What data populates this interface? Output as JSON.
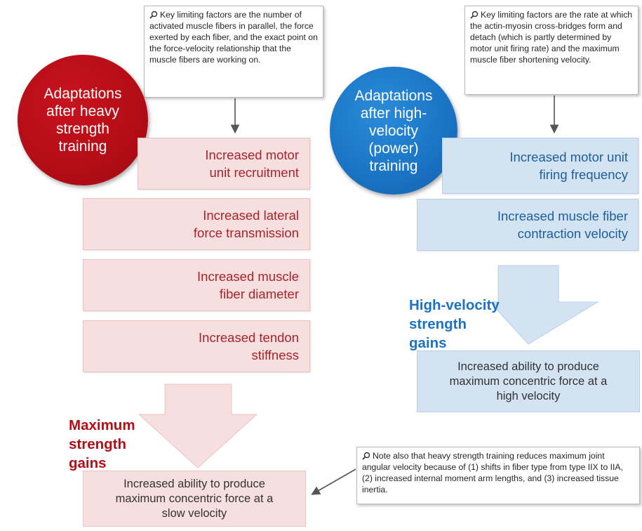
{
  "left": {
    "note": "Key limiting factors are the number of activated muscle fibers in parallel, the force exerted by each fiber, and the exact point on the force-velocity relationship that the muscle fibers are working on.",
    "circle": "Adaptations\nafter heavy\nstrength\ntraining",
    "boxes": [
      "Increased motor\nunit recruitment",
      "Increased lateral\nforce transmission",
      "Increased muscle\nfiber diameter",
      "Increased tendon\nstiffness"
    ],
    "gains": "Maximum\nstrength\ngains",
    "result": "Increased ability to produce\nmaximum concentric force at a\nslow velocity"
  },
  "right": {
    "note": "Key limiting factors are the rate at which the actin-myosin cross-bridges form and detach (which is partly determined by motor unit firing rate) and the maximum muscle fiber shortening velocity.",
    "circle": "Adaptations\nafter high-\nvelocity\n(power)\ntraining",
    "boxes": [
      "Increased motor unit\nfiring frequency",
      "Increased muscle fiber\ncontraction velocity"
    ],
    "gains": "High-velocity\nstrength\ngains",
    "result": "Increased ability to produce\nmaximum concentric force at a\nhigh velocity"
  },
  "bottom_note": "Note also that heavy strength training reduces maximum joint angular velocity because of (1) shifts in fiber type from type IIX to IIA, (2) increased internal moment arm lengths, and (3) increased tissue inertia.",
  "colors": {
    "red_accent": "#b30d16",
    "blue_accent": "#1a73c4",
    "pink_box": "#f7dfe0",
    "blue_box": "#d4e3f2",
    "red_text": "#a8232b",
    "blue_text": "#1c5f9e"
  },
  "icons": {
    "note_icon": "magnifier-icon"
  }
}
